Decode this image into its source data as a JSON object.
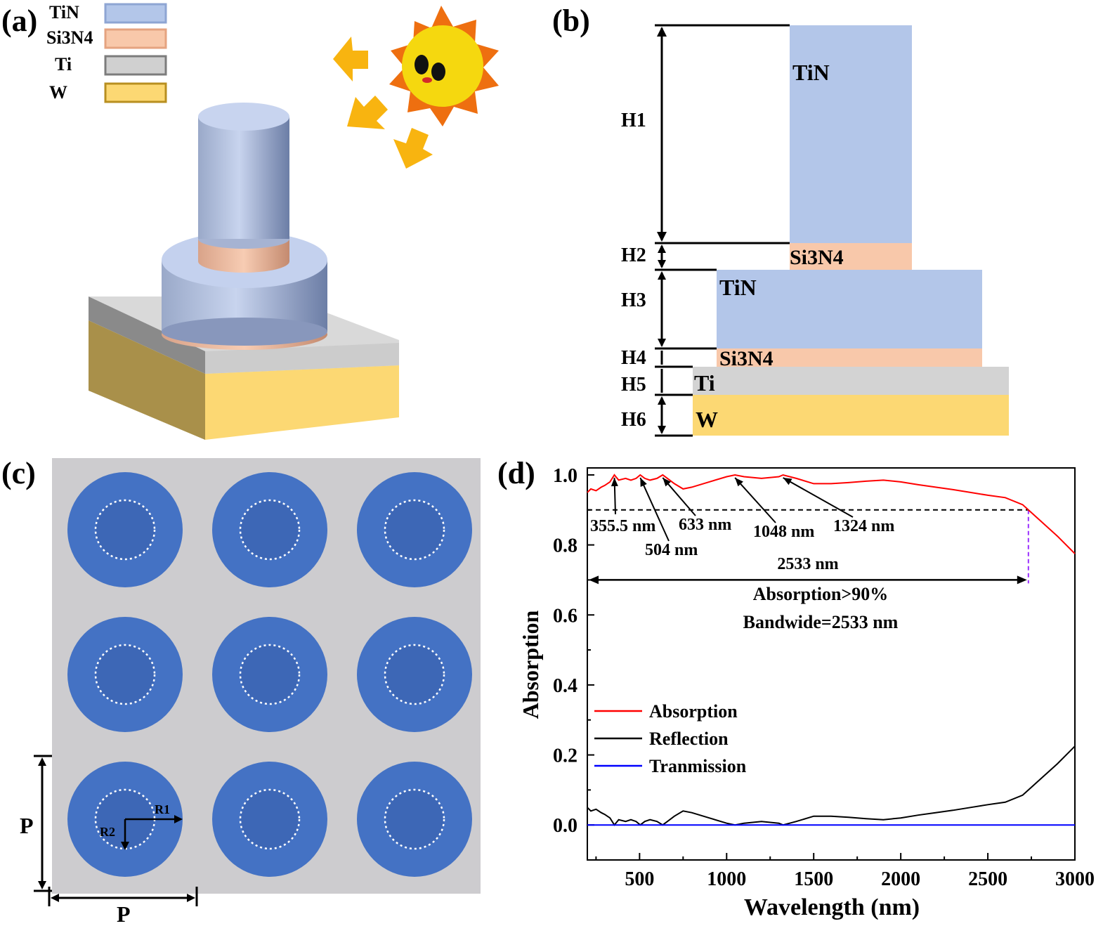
{
  "panels": {
    "a": {
      "label": "(a)",
      "legend": [
        {
          "name": "TiN",
          "sub": "",
          "color": "#b3c6e9",
          "edge": "#8ea5d3"
        },
        {
          "name": "Si3N4",
          "sub": "",
          "color": "#f8c8aa",
          "edge": "#e5a380"
        },
        {
          "name": "Ti",
          "sub": "",
          "color": "#d0d0d0",
          "edge": "#7c7c7c"
        },
        {
          "name": "W",
          "sub": "",
          "color": "#fcd873",
          "edge": "#b88f20"
        }
      ],
      "colors": {
        "tin": "#b3c6e9",
        "si3n4": "#f8c8aa",
        "ti": "#d3d3d3",
        "w": "#fcd873",
        "arrow": "#f8b410",
        "sun": "#f5d80f",
        "sun_ray": "#ee6f10"
      }
    },
    "b": {
      "label": "(b)",
      "layers": [
        {
          "id": "H1",
          "text": "TiN"
        },
        {
          "id": "H2",
          "text": "Si3N4"
        },
        {
          "id": "H3",
          "text": "TiN"
        },
        {
          "id": "H4",
          "text": "Si3N4"
        },
        {
          "id": "H5",
          "text": "Ti"
        },
        {
          "id": "H6",
          "text": "W"
        }
      ]
    },
    "c": {
      "label": "(c)",
      "period_label": "P",
      "r1_label": "R1",
      "r2_label": "R2",
      "grid_rows": 3,
      "grid_cols": 3,
      "colors": {
        "background": "#cdcccf",
        "disk": "#4472c4",
        "inner": "#3d67b6"
      }
    },
    "d": {
      "label": "(d)",
      "annotations": {
        "peaks": [
          "355.5 nm",
          "504 nm",
          "633 nm",
          "1048 nm",
          "1324 nm"
        ],
        "bandwidth_label": "2533 nm",
        "condition": "Absorption>90%",
        "bandwide": "Bandwide=2533 nm"
      }
    }
  },
  "chart_data": {
    "type": "line",
    "xlabel": "Wavelength (nm)",
    "ylabel": "Absorption",
    "xlim": [
      200,
      3000
    ],
    "ylim": [
      -0.1,
      1.02
    ],
    "xticks": [
      500,
      1000,
      1500,
      2000,
      2500,
      3000
    ],
    "yticks": [
      0.0,
      0.2,
      0.4,
      0.6,
      0.8,
      1.0
    ],
    "grid": false,
    "legend_position": "bottom-left",
    "threshold": 0.9,
    "band": [
      200,
      2733
    ],
    "series": [
      {
        "name": "Absorption",
        "color": "#ff0000",
        "x": [
          200,
          220,
          250,
          280,
          300,
          330,
          355.5,
          380,
          420,
          450,
          480,
          504,
          530,
          560,
          600,
          633,
          660,
          700,
          750,
          800,
          900,
          1000,
          1048,
          1100,
          1200,
          1300,
          1324,
          1400,
          1500,
          1600,
          1700,
          1800,
          1900,
          2000,
          2100,
          2200,
          2300,
          2400,
          2500,
          2600,
          2700,
          2733,
          2800,
          2900,
          3000
        ],
        "y": [
          0.95,
          0.96,
          0.955,
          0.965,
          0.97,
          0.98,
          1.0,
          0.985,
          0.99,
          0.985,
          0.99,
          1.0,
          0.99,
          0.985,
          0.99,
          1.0,
          0.99,
          0.975,
          0.96,
          0.965,
          0.98,
          0.995,
          1.0,
          0.995,
          0.99,
          0.995,
          1.0,
          0.99,
          0.975,
          0.975,
          0.978,
          0.982,
          0.985,
          0.98,
          0.972,
          0.965,
          0.958,
          0.95,
          0.942,
          0.935,
          0.915,
          0.9,
          0.87,
          0.825,
          0.775
        ]
      },
      {
        "name": "Reflection",
        "color": "#000000",
        "x": [
          200,
          220,
          250,
          280,
          300,
          330,
          355.5,
          380,
          420,
          450,
          480,
          504,
          530,
          560,
          600,
          633,
          660,
          700,
          750,
          800,
          900,
          1000,
          1048,
          1100,
          1200,
          1300,
          1324,
          1400,
          1500,
          1600,
          1700,
          1800,
          1900,
          2000,
          2100,
          2200,
          2300,
          2400,
          2500,
          2600,
          2700,
          2733,
          2800,
          2900,
          3000
        ],
        "y": [
          0.05,
          0.04,
          0.045,
          0.035,
          0.03,
          0.02,
          0.0,
          0.015,
          0.01,
          0.015,
          0.01,
          0.0,
          0.01,
          0.015,
          0.01,
          0.0,
          0.01,
          0.025,
          0.04,
          0.035,
          0.02,
          0.005,
          0.0,
          0.005,
          0.01,
          0.005,
          0.0,
          0.01,
          0.025,
          0.025,
          0.022,
          0.018,
          0.015,
          0.02,
          0.028,
          0.035,
          0.042,
          0.05,
          0.058,
          0.065,
          0.085,
          0.1,
          0.13,
          0.175,
          0.225
        ]
      },
      {
        "name": "Tranmission",
        "color": "#0000ff",
        "x": [
          200,
          3000
        ],
        "y": [
          0.0,
          0.0
        ]
      }
    ]
  }
}
